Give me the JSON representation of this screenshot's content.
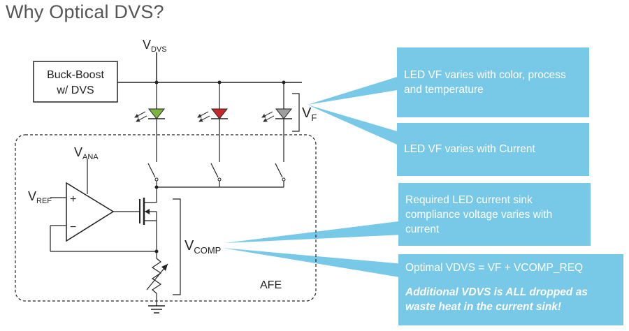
{
  "title": "Why Optical DVS?",
  "diagram": {
    "vdvs": {
      "main": "V",
      "sub": "DVS"
    },
    "buck_boost": {
      "line1": "Buck-Boost",
      "line2": "w/ DVS"
    },
    "vf": {
      "main": "V",
      "sub": "F"
    },
    "vana": {
      "main": "V",
      "sub": "ANA"
    },
    "vref": {
      "main": "V",
      "sub": "REF"
    },
    "vcomp": {
      "main": "V",
      "sub": "COMP"
    },
    "opamp_plus": "+",
    "opamp_minus": "−",
    "afe": "AFE",
    "led_colors": [
      "#7cb342",
      "#c62828",
      "#9e9e9e"
    ]
  },
  "callouts": {
    "c1": {
      "line1": "LED VF varies with color, process",
      "line2": "and temperature"
    },
    "c2": {
      "text": "LED VF varies with Current"
    },
    "c3": {
      "line1": "Required LED current sink",
      "line2": "compliance voltage varies with",
      "line3": "current"
    },
    "c4": {
      "text": "Optimal VDVS = VF + VCOMP_REQ",
      "bold1": "Additional VDVS is ALL dropped as",
      "bold2": "waste heat in the current sink!"
    }
  },
  "colors": {
    "callout": "#78c8e8",
    "title": "#555555"
  }
}
